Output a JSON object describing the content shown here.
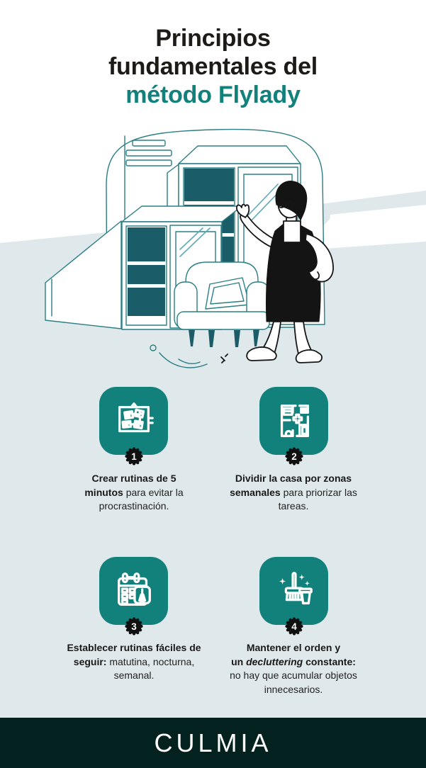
{
  "title": {
    "line1": "Principios",
    "line2": "fundamentales del",
    "line3": "método Flylady"
  },
  "items": [
    {
      "number": "1",
      "icon": "pinboard-icon",
      "segments": [
        {
          "t": "Crear rutinas de 5\nminutos",
          "b": true
        },
        {
          "t": " para evitar la\nprocrastinación.",
          "b": false
        }
      ]
    },
    {
      "number": "2",
      "icon": "floor-plan-icon",
      "segments": [
        {
          "t": "Dividir la casa por zonas\nsemanales",
          "b": true
        },
        {
          "t": " para priorizar las\ntareas.",
          "b": false
        }
      ]
    },
    {
      "number": "3",
      "icon": "calendar-broom-icon",
      "segments": [
        {
          "t": "Establecer rutinas fáciles de\nseguir:",
          "b": true
        },
        {
          "t": " matutina, nocturna,\nsemanal.",
          "b": false
        }
      ]
    },
    {
      "number": "4",
      "icon": "broom-bucket-icon",
      "segments": [
        {
          "t": "Mantener el orden y\nun ",
          "b": true
        },
        {
          "t": "decluttering",
          "b": true,
          "i": true
        },
        {
          "t": " constante:",
          "b": true
        },
        {
          "t": "\nno hay que acumular objetos\ninnecesarios.",
          "b": false
        }
      ]
    }
  ],
  "footer": {
    "brand": "CULMIA"
  },
  "illustration": {
    "name": "person-organizing-open-wardrobes"
  },
  "colors": {
    "teal": "#12807b",
    "shelf_teal": "#1b5c69",
    "line_teal": "#2a7e84",
    "mirror_line": "#5fa9b4",
    "bg_gray": "#dfe8ea",
    "footer_bg": "#03221f",
    "badge_black": "#101010",
    "text_dark": "#1d1b17",
    "body_text": "#232323"
  }
}
